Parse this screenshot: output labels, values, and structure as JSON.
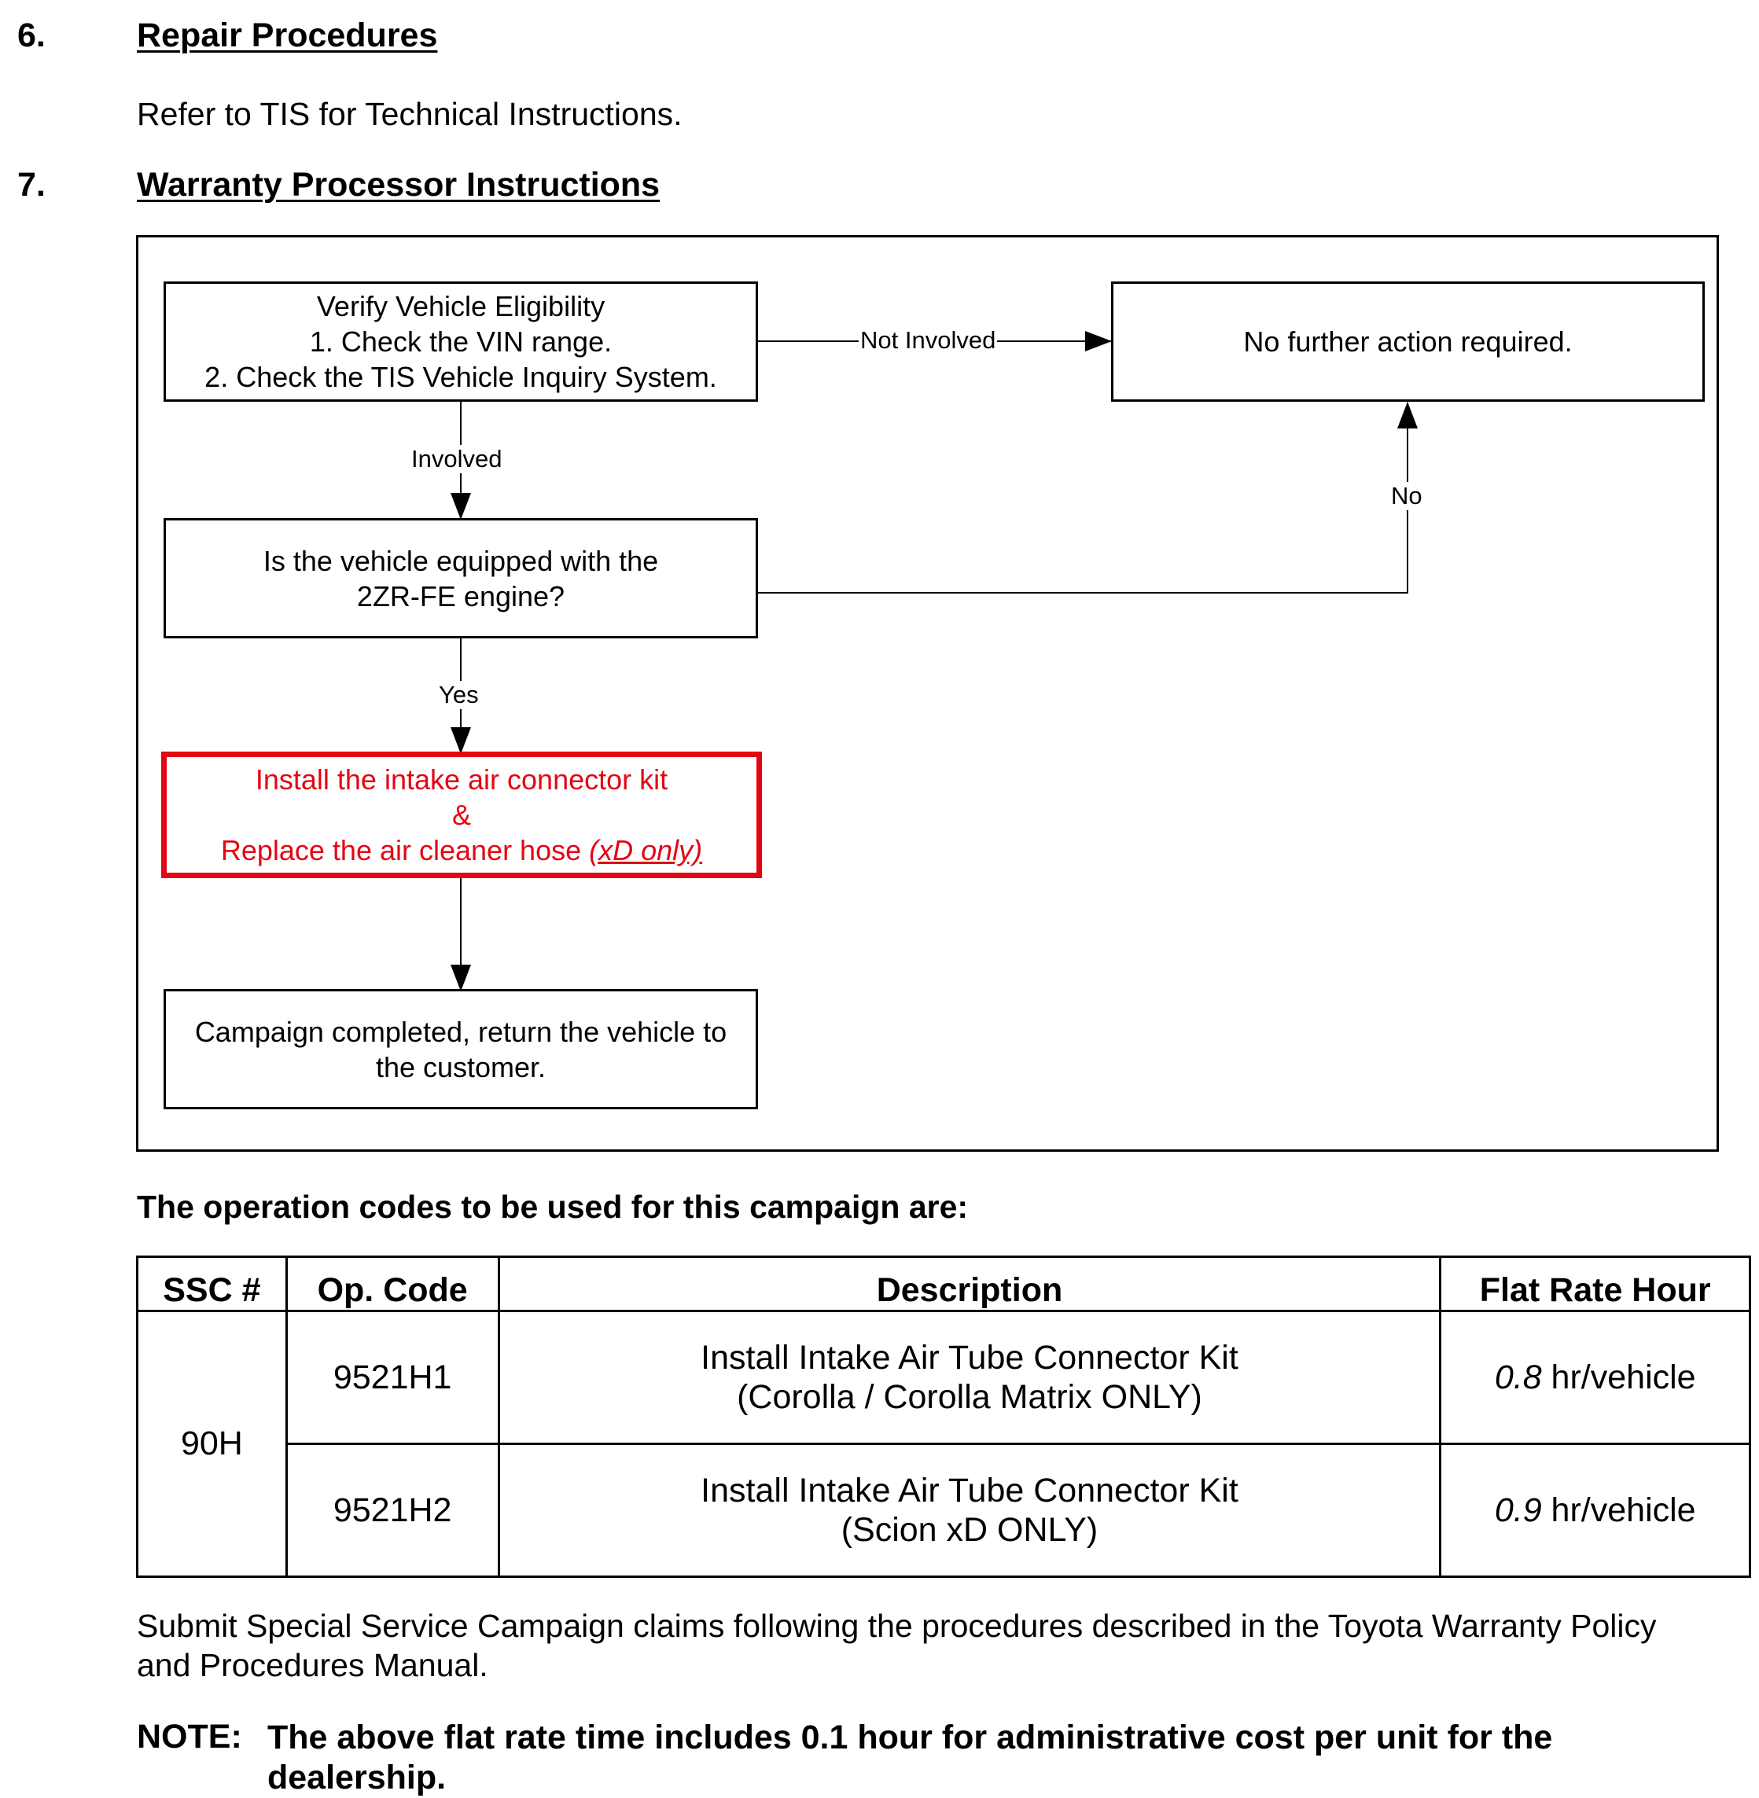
{
  "sections": [
    {
      "number": "6.",
      "title": "Repair Procedures",
      "body": "Refer to TIS for Technical Instructions."
    },
    {
      "number": "7.",
      "title": "Warranty Processor Instructions"
    }
  ],
  "flowchart": {
    "verify_box": [
      "Verify Vehicle Eligibility",
      "1. Check the VIN range.",
      "2. Check the TIS Vehicle Inquiry System."
    ],
    "no_action_box": "No further action required.",
    "engine_question_box": [
      "Is the vehicle equipped with the",
      "2ZR-FE engine?"
    ],
    "install_box": {
      "line1": "Install the intake air connector kit",
      "line2": "&",
      "line3_text": "Replace the air cleaner hose ",
      "line3_emphasis": "(xD only)",
      "color": "#e30613"
    },
    "completed_box": [
      "Campaign completed, return the vehicle to",
      "the customer."
    ],
    "labels": {
      "not_involved": "Not Involved",
      "involved": "Involved",
      "no": "No",
      "yes": "Yes"
    }
  },
  "operations": {
    "heading": "The operation codes to be used for this campaign are:",
    "columns": [
      "SSC #",
      "Op. Code",
      "Description",
      "Flat Rate Hour"
    ],
    "ssc": "90H",
    "rows": [
      {
        "op_code": "9521H1",
        "description": [
          "Install Intake Air Tube Connector Kit",
          "(Corolla / Corolla Matrix ONLY)"
        ],
        "rate": "0.8",
        "unit": " hr/vehicle"
      },
      {
        "op_code": "9521H2",
        "description": [
          "Install Intake Air Tube Connector Kit",
          "(Scion xD ONLY)"
        ],
        "rate": "0.9",
        "unit": " hr/vehicle"
      }
    ]
  },
  "submit_text": "Submit Special Service Campaign claims following the procedures described in the Toyota Warranty Policy and Procedures Manual.",
  "note": {
    "label": "NOTE:",
    "text": "The above flat rate time includes 0.1 hour for administrative cost per unit for the dealership."
  }
}
